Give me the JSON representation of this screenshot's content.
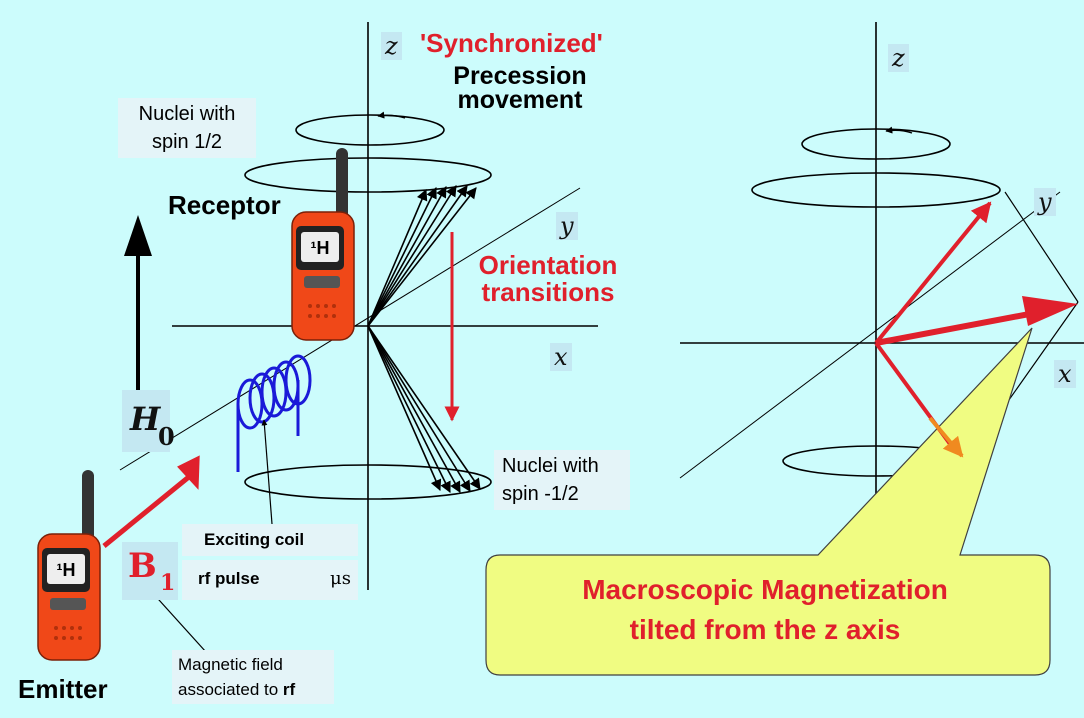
{
  "axes": {
    "z_left": "z",
    "y_left": "y",
    "x_left": "x",
    "z_right": "z",
    "y_right": "y",
    "x_right": "x"
  },
  "titles": {
    "synchronized": "'Synchronized'",
    "precession": "Precession",
    "movement": "movement",
    "orientation": "Orientation",
    "transitions": "transitions"
  },
  "labels": {
    "nuclei_up_line1": "Nuclei with",
    "nuclei_up_line2": "spin 1/2",
    "nuclei_down_line1": "Nuclei with",
    "nuclei_down_line2": "spin -1/2",
    "receptor": "Receptor",
    "emitter": "Emitter",
    "h0_symbol": "H",
    "h0_sub": "0",
    "b1_symbol": "B",
    "b1_sub": "1",
    "exciting_coil": "Exciting coil",
    "rf_pulse": "rf pulse",
    "microseconds": "μs",
    "magnetic_field_line1": "Magnetic field",
    "magnetic_field_line2_prefix": "associated to ",
    "magnetic_field_line2_bold": "rf",
    "device_display": "¹H"
  },
  "callout": {
    "line1": "Macroscopic Magnetization",
    "line2": "tilted from the z axis"
  },
  "colors": {
    "background": "#ccfcfc",
    "accent_red": "#e0202c",
    "coil_blue": "#1a1ad8",
    "callout_fill": "#f0fc82",
    "orange": "#f08a20",
    "device_orange": "#f04818"
  }
}
